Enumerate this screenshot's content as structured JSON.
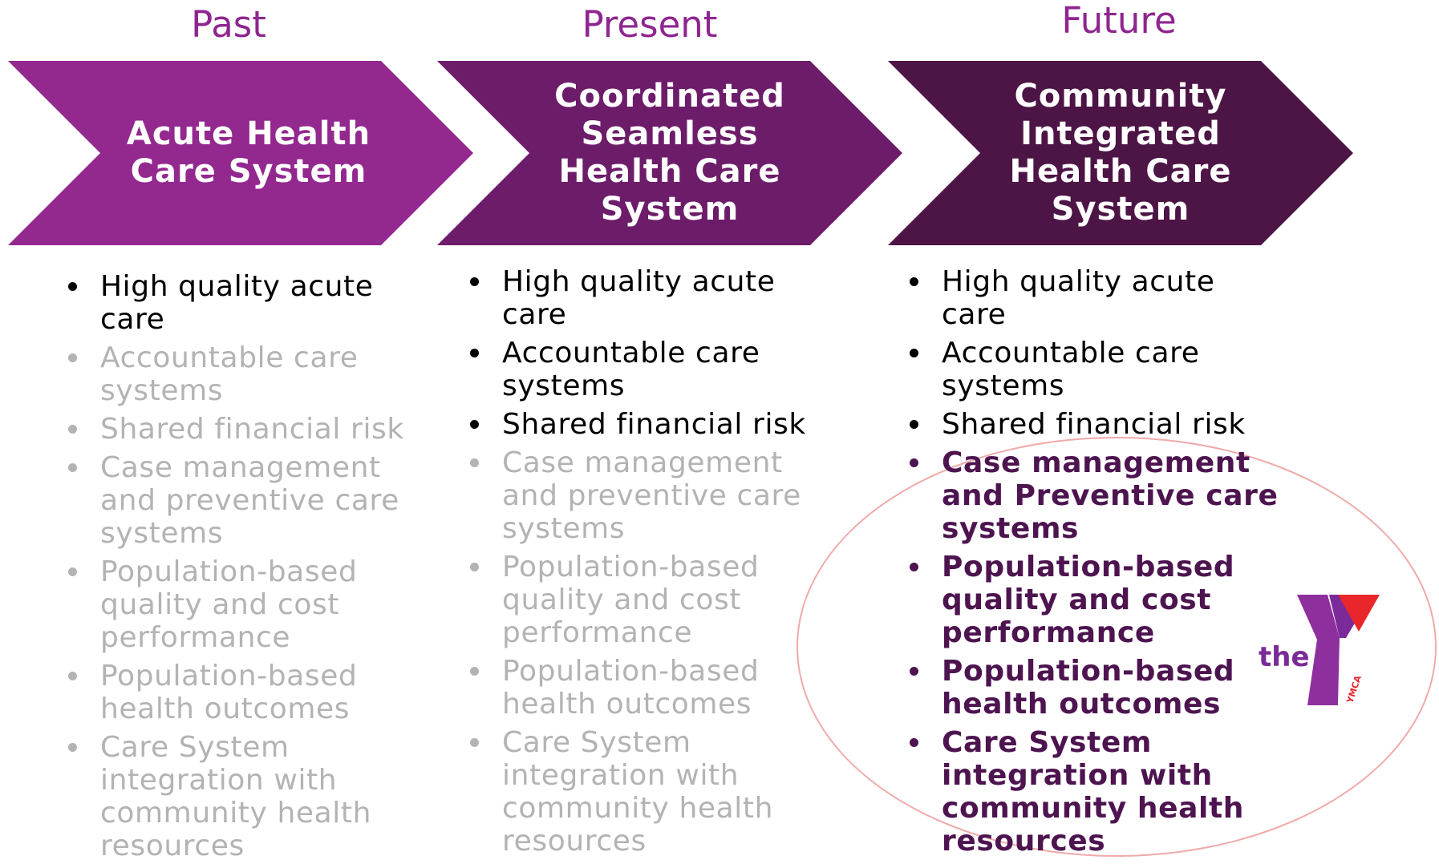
{
  "colors": {
    "past": "#93288f",
    "present": "#6d1c6a",
    "future": "#4d1446",
    "era_label": "#8e2590",
    "highlight_text": "#4d1450",
    "dim_text": "#b3b3b3",
    "oval": "#f0a9a9"
  },
  "stages": [
    {
      "era": "Past",
      "title_lines": [
        "Acute Health",
        "Care System"
      ],
      "bullets": [
        {
          "text": "High quality acute care",
          "state": "active"
        },
        {
          "text": "Accountable care systems",
          "state": "dim"
        },
        {
          "text": "Shared financial risk",
          "state": "dim"
        },
        {
          "text": "Case management and preventive care systems",
          "state": "dim"
        },
        {
          "text": "Population-based quality and cost performance",
          "state": "dim"
        },
        {
          "text": "Population-based health outcomes",
          "state": "dim"
        },
        {
          "text": "Care System integration with community health resources",
          "state": "dim"
        }
      ]
    },
    {
      "era": "Present",
      "title_lines": [
        "Coordinated",
        "Seamless",
        "Health Care",
        "System"
      ],
      "bullets": [
        {
          "text": "High quality acute care",
          "state": "active"
        },
        {
          "text": "Accountable care systems",
          "state": "active"
        },
        {
          "text": "Shared financial risk",
          "state": "active"
        },
        {
          "text": "Case management and preventive care systems",
          "state": "dim"
        },
        {
          "text": "Population-based quality and cost performance",
          "state": "dim"
        },
        {
          "text": "Population-based health outcomes",
          "state": "dim"
        },
        {
          "text": "Care System integration with community health resources",
          "state": "dim"
        }
      ]
    },
    {
      "era": "Future",
      "title_lines": [
        "Community",
        "Integrated",
        "Health Care",
        "System"
      ],
      "bullets": [
        {
          "text": "High quality acute care",
          "state": "active"
        },
        {
          "text": "Accountable care systems",
          "state": "active"
        },
        {
          "text": "Shared financial risk",
          "state": "active"
        },
        {
          "text": "Case management and Preventive care systems",
          "state": "highlight"
        },
        {
          "text": "Population-based quality and cost performance",
          "state": "highlight"
        },
        {
          "text": "Population-based health outcomes",
          "state": "highlight"
        },
        {
          "text": "Care System integration with community health resources",
          "state": "highlight"
        }
      ]
    }
  ],
  "logo": {
    "text": "the",
    "icon": "ymca-logo-icon",
    "wordmark": "YMCA"
  }
}
